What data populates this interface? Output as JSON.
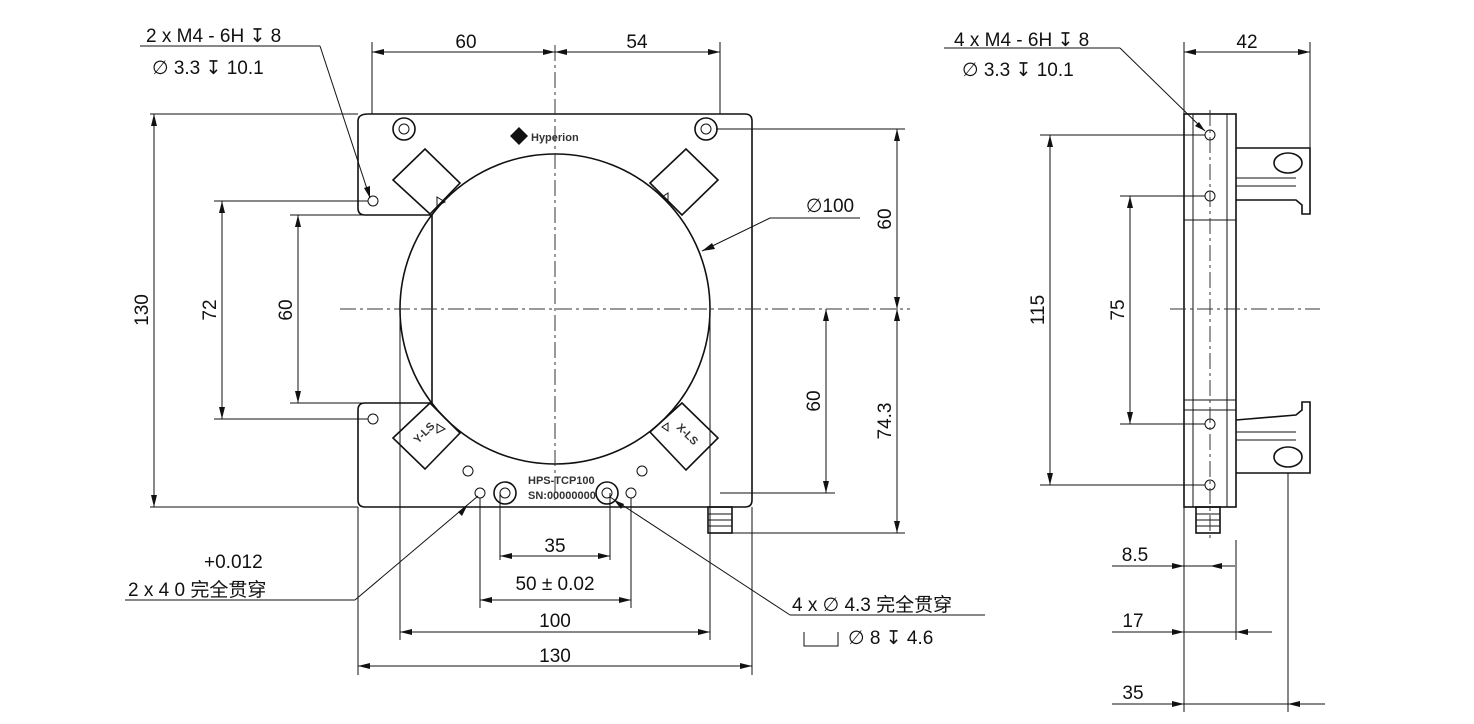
{
  "front": {
    "top_callout_l1": "2 x M4 - 6H ↧ 8",
    "top_callout_l2": "∅ 3.3 ↧ 10.1",
    "dim_top_left": "60",
    "dim_top_right": "54",
    "dim_diameter": "∅100",
    "dim_right_upper": "60",
    "dim_right_lower": "60",
    "dim_right_overall": "74.3",
    "dim_height": "130",
    "dim_72": "72",
    "dim_60": "60",
    "dim_35": "35",
    "dim_50": "50 ± 0.02",
    "dim_100": "100",
    "dim_130": "130",
    "tol_plus": "+0.012",
    "bottom_left_callout": "2 x  4  0  完全贯穿",
    "bottom_right_l1": "4 x ∅ 4.3 完全贯穿",
    "bottom_right_l2": "∅ 8 ↧ 4.6",
    "logo_text": "Hyperion",
    "model_text": "HPS-TCP100",
    "sn_text": "SN:00000000",
    "label_ys": "Y-LS",
    "label_xs": "X-LS"
  },
  "side": {
    "callout_l1": "4 x M4 - 6H ↧ 8",
    "callout_l2": "∅ 3.3 ↧ 10.1",
    "dim_42": "42",
    "dim_115": "115",
    "dim_75": "75",
    "dim_8_5": "8.5",
    "dim_17": "17",
    "dim_35": "35"
  }
}
